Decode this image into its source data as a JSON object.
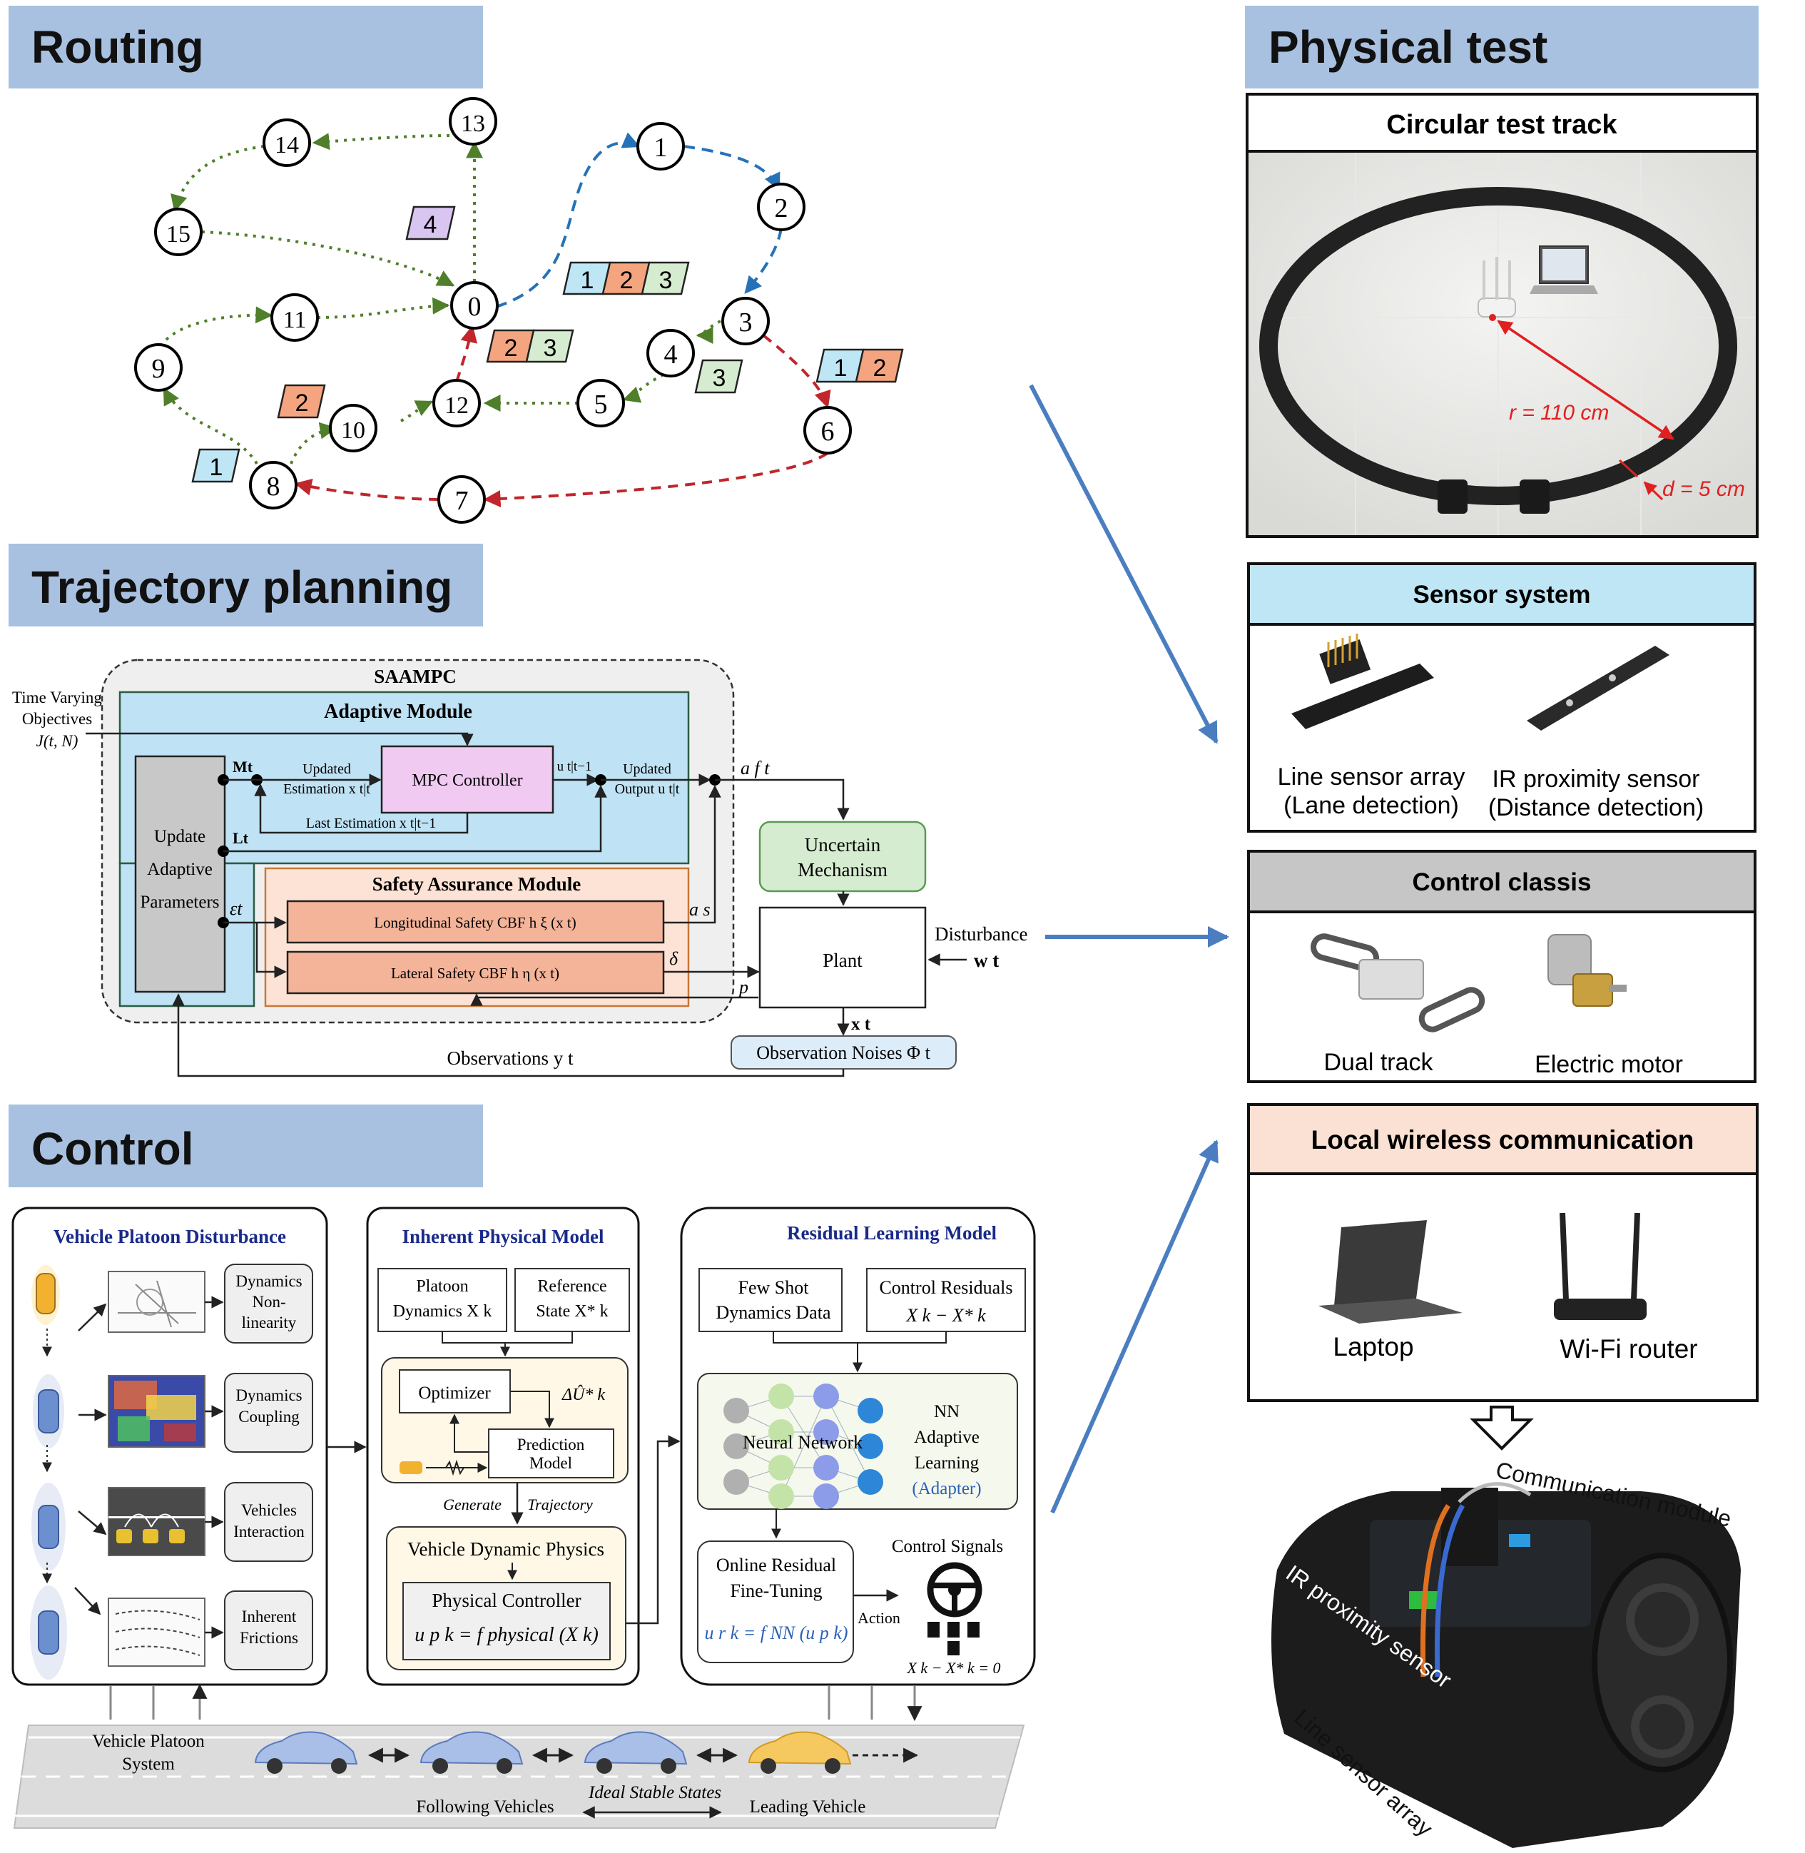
{
  "sections": {
    "routing": "Routing",
    "trajectory": "Trajectory planning",
    "control": "Control",
    "physical": "Physical test"
  },
  "routing": {
    "nodes": [
      "0",
      "1",
      "2",
      "3",
      "4",
      "5",
      "6",
      "7",
      "8",
      "9",
      "10",
      "11",
      "12",
      "13",
      "14",
      "15"
    ],
    "tags": [
      "4",
      "1",
      "2",
      "3",
      "2",
      "3",
      "3",
      "1",
      "2",
      "2",
      "1"
    ]
  },
  "trajectory": {
    "saampc": "SAAMPC",
    "time_varying_1": "Time Varying",
    "time_varying_2": "Objectives",
    "time_varying_3": "J(t, N)",
    "adaptive_module": "Adaptive Module",
    "update_1": "Update",
    "update_2": "Adaptive",
    "update_3": "Parameters",
    "m_t": "Mt",
    "l_t": "Lt",
    "eps_t": "εt",
    "updated_est_1": "Updated",
    "updated_est_2": "Estimation x t|t",
    "mpc": "MPC Controller",
    "u_prev": "u t|t−1",
    "updated_out_1": "Updated",
    "updated_out_2": "Output u t|t",
    "last_est": "Last Estimation x t|t−1",
    "a_f": "a f t",
    "uncertain_1": "Uncertain",
    "uncertain_2": "Mechanism",
    "safety_module": "Safety Assurance Module",
    "long_cbf": "Longitudinal Safety CBF h ξ (x t)",
    "lat_cbf": "Lateral Safety CBF h η (x t)",
    "a_s": "a s",
    "delta": "δ",
    "p": "p",
    "plant": "Plant",
    "disturbance": "Disturbance",
    "w_t": "w t",
    "x_t": "x t",
    "obs_noises": "Observation Noises Φ t",
    "observations": "Observations y t"
  },
  "control": {
    "vpd_title": "Vehicle Platoon Disturbance",
    "dyn_nonlin_1": "Dynamics",
    "dyn_nonlin_2": "Non-",
    "dyn_nonlin_3": "linearity",
    "dyn_coupling_1": "Dynamics",
    "dyn_coupling_2": "Coupling",
    "veh_inter_1": "Vehicles",
    "veh_inter_2": "Interaction",
    "inh_fric_1": "Inherent",
    "inh_fric_2": "Frictions",
    "ipm_title": "Inherent Physical Model",
    "platoon_dyn_1": "Platoon",
    "platoon_dyn_2": "Dynamics X k",
    "ref_state_1": "Reference",
    "ref_state_2": "State X* k",
    "optimizer": "Optimizer",
    "delta_u": "ΔÛ* k",
    "prediction_1": "Prediction",
    "prediction_2": "Model",
    "generate": "Generate",
    "trajectory_word": "Trajectory",
    "vdp": "Vehicle Dynamic Physics",
    "phys_ctrl": "Physical Controller",
    "phys_eq": "u p k = f physical (X k)",
    "rlm_title": "Residual Learning Model",
    "few_shot_1": "Few Shot",
    "few_shot_2": "Dynamics Data",
    "ctrl_res_1": "Control Residuals",
    "ctrl_res_2": "X k − X* k",
    "neural_network": "Neural Network",
    "nn_1": "NN",
    "nn_2": "Adaptive",
    "nn_3": "Learning",
    "nn_4": "(Adapter)",
    "online_1": "Online Residual",
    "online_2": "Fine-Tuning",
    "online_eq": "u r k = f NN (u p k)",
    "action": "Action",
    "control_signals": "Control Signals",
    "residual_zero": "X k − X* k = 0",
    "vps_1": "Vehicle Platoon",
    "vps_2": "System",
    "following": "Following Vehicles",
    "ideal": "Ideal Stable States",
    "leading": "Leading Vehicle"
  },
  "physical": {
    "track_title": "Circular test track",
    "r_label": "r = 110 cm",
    "d_label": "d = 5 cm",
    "sensor_title": "Sensor system",
    "line_sensor_1": "Line sensor array",
    "line_sensor_2": "(Lane detection)",
    "ir_sensor_1": "IR proximity sensor",
    "ir_sensor_2": "(Distance detection)",
    "chassis_title": "Control classis",
    "dual_track": "Dual track",
    "motor": "Electric motor",
    "comm_title": "Local wireless communication",
    "laptop": "Laptop",
    "router": "Wi-Fi router",
    "comm_module": "Communication module",
    "ir_label": "IR proximity sensor",
    "line_label": "Line sensor array"
  },
  "colors": {
    "header_bg": "#a9c1e0",
    "blue_tag": "#bfe6f5",
    "orange_tag": "#f4a57f",
    "green_tag": "#d6ecd0",
    "purple_tag": "#d9c6f0",
    "route_blue": "#2672b8",
    "route_green": "#4f7f2a",
    "route_red": "#c0262c",
    "arrow_blue": "#4a7ec0"
  }
}
